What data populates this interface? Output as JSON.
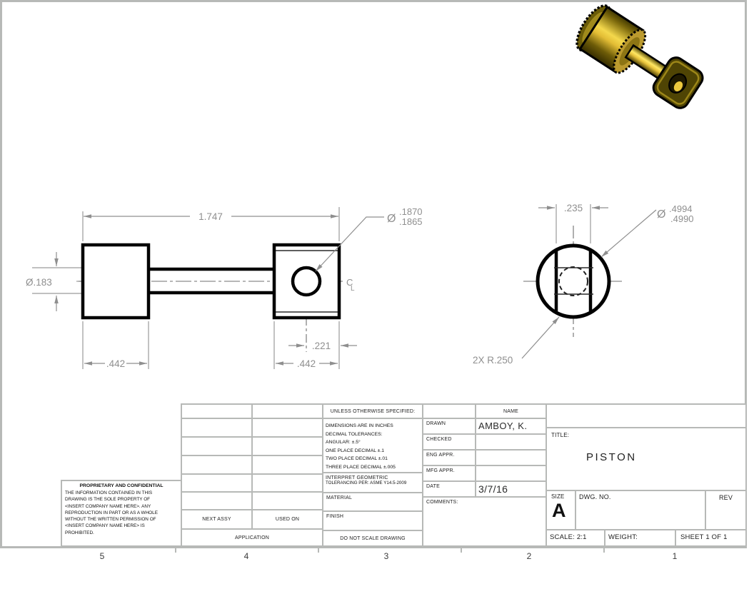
{
  "sheet": {
    "zones_bottom": [
      "5",
      "4",
      "3",
      "2",
      "1"
    ]
  },
  "front_view": {
    "overall_length": "1.747",
    "rod_diameter": "Ø.183",
    "hole_dia_symbol": "Ø",
    "hole_dia_upper": ".1870",
    "hole_dia_lower": ".1865",
    "head_width": ".442",
    "hole_to_edge": ".221",
    "block_width": ".442",
    "centerline_c": "C",
    "centerline_l": "L"
  },
  "side_view": {
    "flat_width": ".235",
    "dia_symbol": "Ø",
    "dia_upper": ".4994",
    "dia_lower": ".4990",
    "radius_note": "2X R.250"
  },
  "title_block": {
    "proprietary": {
      "title": "PROPRIETARY AND CONFIDENTIAL",
      "lines": [
        "THE INFORMATION CONTAINED IN THIS",
        "DRAWING IS THE SOLE PROPERTY OF",
        "<INSERT COMPANY NAME HERE>. ANY",
        "REPRODUCTION IN PART OR AS A WHOLE",
        "WITHOUT THE WRITTEN PERMISSION OF",
        "<INSERT COMPANY NAME HERE> IS",
        "PROHIBITED."
      ]
    },
    "application": {
      "next_assy": "NEXT ASSY",
      "used_on": "USED ON",
      "label": "APPLICATION"
    },
    "specs": {
      "header": "UNLESS OTHERWISE SPECIFIED:",
      "tolerance_lines": [
        "DIMENSIONS ARE IN INCHES",
        "DECIMAL TOLERANCES:",
        "ANGULAR: ±.5°",
        "ONE PLACE DECIMAL  ±.1",
        "TWO PLACE DECIMAL  ±.01",
        "THREE PLACE DECIMAL  ±.005"
      ],
      "interpret_line1": "INTERPRET GEOMETRIC",
      "interpret_line2": "TOLERANCING PER: ASME Y14.5-2009",
      "material": "MATERIAL",
      "finish": "FINISH",
      "do_not_scale": "DO NOT SCALE DRAWING"
    },
    "approvals": {
      "name_header": "NAME",
      "rows": [
        {
          "label": "DRAWN",
          "value": "AMBOY, K."
        },
        {
          "label": "CHECKED",
          "value": ""
        },
        {
          "label": "ENG APPR.",
          "value": ""
        },
        {
          "label": "MFG APPR.",
          "value": ""
        },
        {
          "label": "DATE",
          "value": "3/7/16"
        }
      ],
      "comments_label": "COMMENTS:"
    },
    "title": {
      "label": "TITLE:",
      "value": "PISTON"
    },
    "size": {
      "label": "SIZE",
      "value": "A"
    },
    "dwg_label": "DWG. NO.",
    "rev_label": "REV",
    "scale_label": "SCALE: 2:1",
    "weight_label": "WEIGHT:",
    "sheet_label": "SHEET 1 OF 1"
  },
  "colors": {
    "brass_bright": "#f4d84c",
    "brass_mid": "#bb9a2e",
    "brass_dark": "#3f3600",
    "dim_gray": "#8f8f8f",
    "border_gray": "#b7b9b7",
    "edge_black": "#000000"
  }
}
